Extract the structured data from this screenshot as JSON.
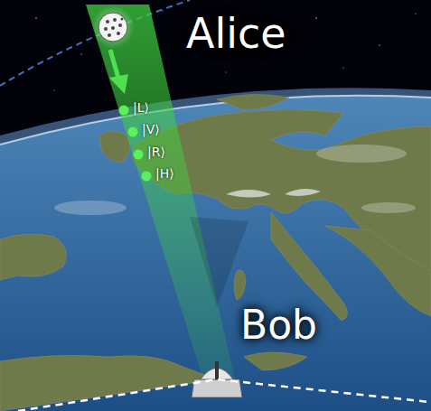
{
  "diagram": {
    "labels": [
      "Alice",
      "|L⟩",
      "|V⟩",
      "|R⟩",
      "|H⟩",
      "Bob"
    ]
  }
}
